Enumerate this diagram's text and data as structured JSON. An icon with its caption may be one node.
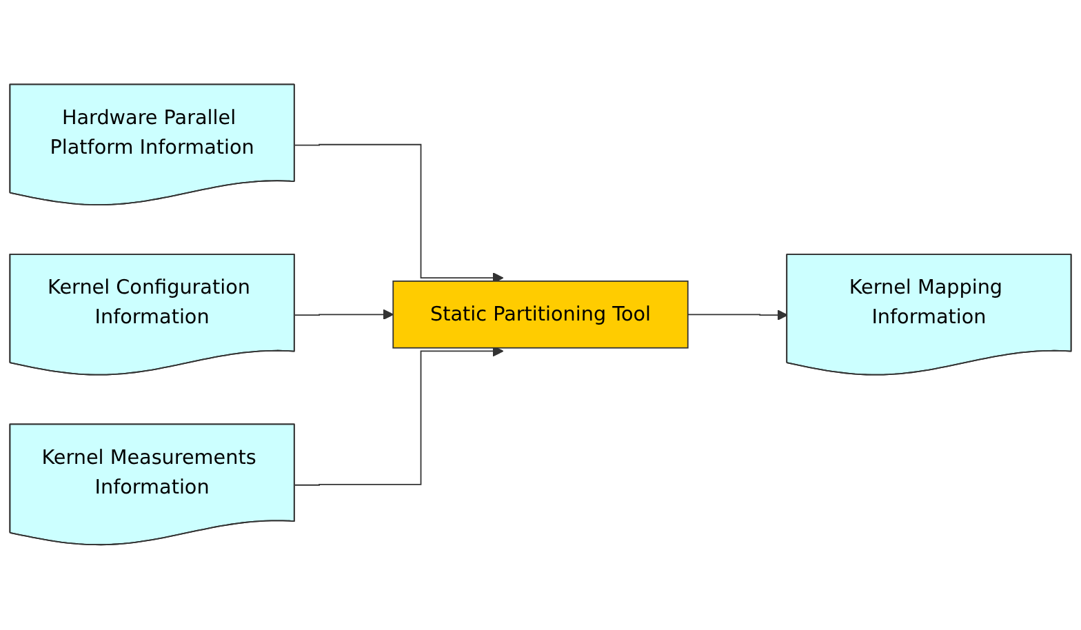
{
  "diagram": {
    "nodes": [
      {
        "text": [
          "Hardware Parallel Platform Information"
        ]
      },
      {
        "text": [
          "Kernel Configuration Information"
        ]
      },
      {
        "text": [
          "Kernel Measurements Information"
        ]
      },
      {
        "text": [
          "Static Partitioning Tool"
        ]
      },
      {
        "text": [
          "Kernel Mapping Information"
        ]
      }
    ],
    "edges": [
      {
        "from": 0,
        "to": 3,
        "arrow": "to"
      },
      {
        "from": 1,
        "to": 3,
        "arrow": "to"
      },
      {
        "from": 2,
        "to": 3,
        "arrow": "to"
      },
      {
        "from": 3,
        "to": 4,
        "arrow": "to"
      }
    ]
  }
}
